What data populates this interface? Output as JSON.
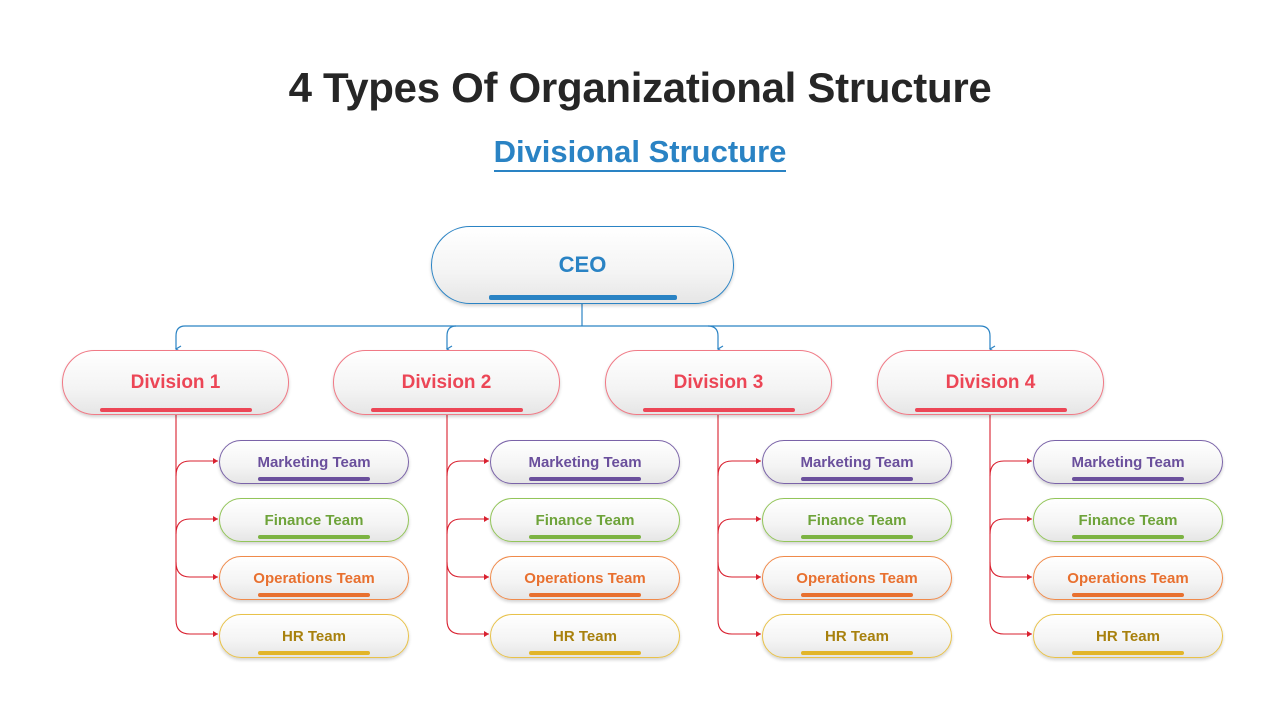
{
  "title": "4 Types Of Organizational Structure",
  "subtitle": "Divisional  Structure",
  "ceo": {
    "label": "CEO"
  },
  "divisions": [
    {
      "label": "Division 1",
      "teams": [
        "Marketing Team",
        "Finance Team",
        "Operations Team",
        "HR Team"
      ]
    },
    {
      "label": "Division 2",
      "teams": [
        "Marketing Team",
        "Finance Team",
        "Operations Team",
        "HR Team"
      ]
    },
    {
      "label": "Division 3",
      "teams": [
        "Marketing Team",
        "Finance Team",
        "Operations Team",
        "HR Team"
      ]
    },
    {
      "label": "Division 4",
      "teams": [
        "Marketing Team",
        "Finance Team",
        "Operations Team",
        "HR Team"
      ]
    }
  ],
  "colors": {
    "ceo": "#2a83c4",
    "division": "#ec4656",
    "connector_top": "#2a83c4",
    "connector_teams": "#d9202f",
    "marketing": "#6a4f9c",
    "finance": "#7cb342",
    "operations": "#e8702f",
    "hr": "#e2b52a"
  }
}
